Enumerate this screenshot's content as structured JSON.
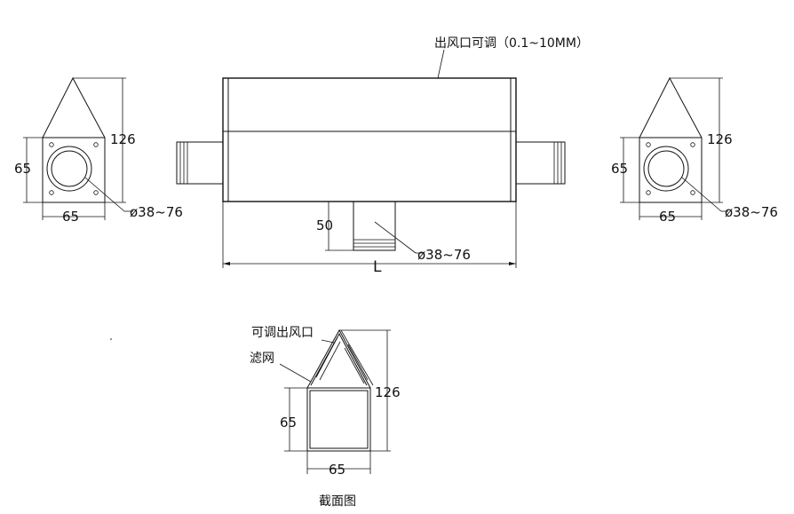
{
  "labels": {
    "outlet_adjustable": "出风口可调（0.1~10MM）",
    "outlet_adjustable_short": "可调出风口",
    "filter_mesh": "滤网",
    "section_view": "截面图",
    "length": "L"
  },
  "dimensions": {
    "height_126": "126",
    "width_65": "65",
    "height_65": "65",
    "diameter_range": "ø38~76",
    "inlet_height": "50"
  }
}
